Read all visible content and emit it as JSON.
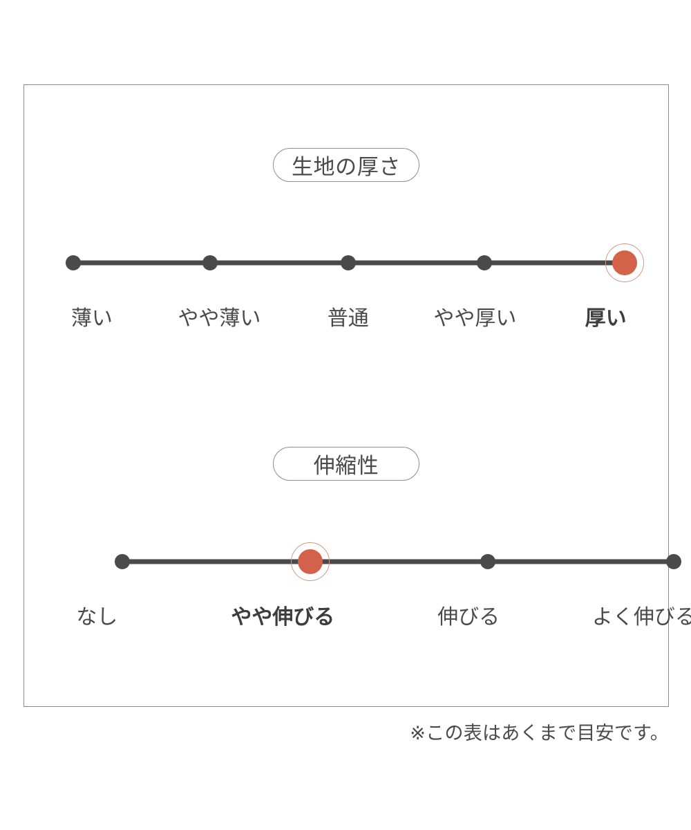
{
  "figure": {
    "background_color": "#ffffff",
    "frame_border_color": "#8a8a8a",
    "text_color": "#4a4a4a",
    "track_color": "#4a4a4a",
    "accent_color": "#d4624a",
    "accent_ring_color": "#d4967f",
    "footnote": "※この表はあくまで目安です。"
  },
  "sections": {
    "thickness": {
      "heading": "生地の厚さ",
      "steps": [
        {
          "label": "薄い",
          "active": false
        },
        {
          "label": "やや薄い",
          "active": false
        },
        {
          "label": "普通",
          "active": false
        },
        {
          "label": "やや厚い",
          "active": false
        },
        {
          "label": "厚い",
          "active": true
        }
      ],
      "selected_index": 4,
      "selected_label": "厚い"
    },
    "stretch": {
      "heading": "伸縮性",
      "steps": [
        {
          "label": "なし",
          "active": false
        },
        {
          "label": "やや伸びる",
          "active": true
        },
        {
          "label": "伸びる",
          "active": false
        },
        {
          "label": "よく伸びる",
          "active": false
        }
      ],
      "selected_index": 1,
      "selected_label": "やや伸びる"
    }
  },
  "chart_data": {
    "type": "table",
    "title": "",
    "axes": [
      {
        "name": "生地の厚さ",
        "categories": [
          "薄い",
          "やや薄い",
          "普通",
          "やや厚い",
          "厚い"
        ],
        "scale_positions_pct": [
          0,
          24.8,
          49.9,
          74.6,
          100
        ],
        "selected": "厚い",
        "selected_index": 4,
        "value": 5,
        "max": 5
      },
      {
        "name": "伸縮性",
        "categories": [
          "なし",
          "やや伸びる",
          "伸びる",
          "よく伸びる"
        ],
        "scale_positions_pct": [
          0,
          34.1,
          66.3,
          100
        ],
        "selected": "やや伸びる",
        "selected_index": 1,
        "value": 2,
        "max": 4
      }
    ],
    "note": "※この表はあくまで目安です。"
  }
}
